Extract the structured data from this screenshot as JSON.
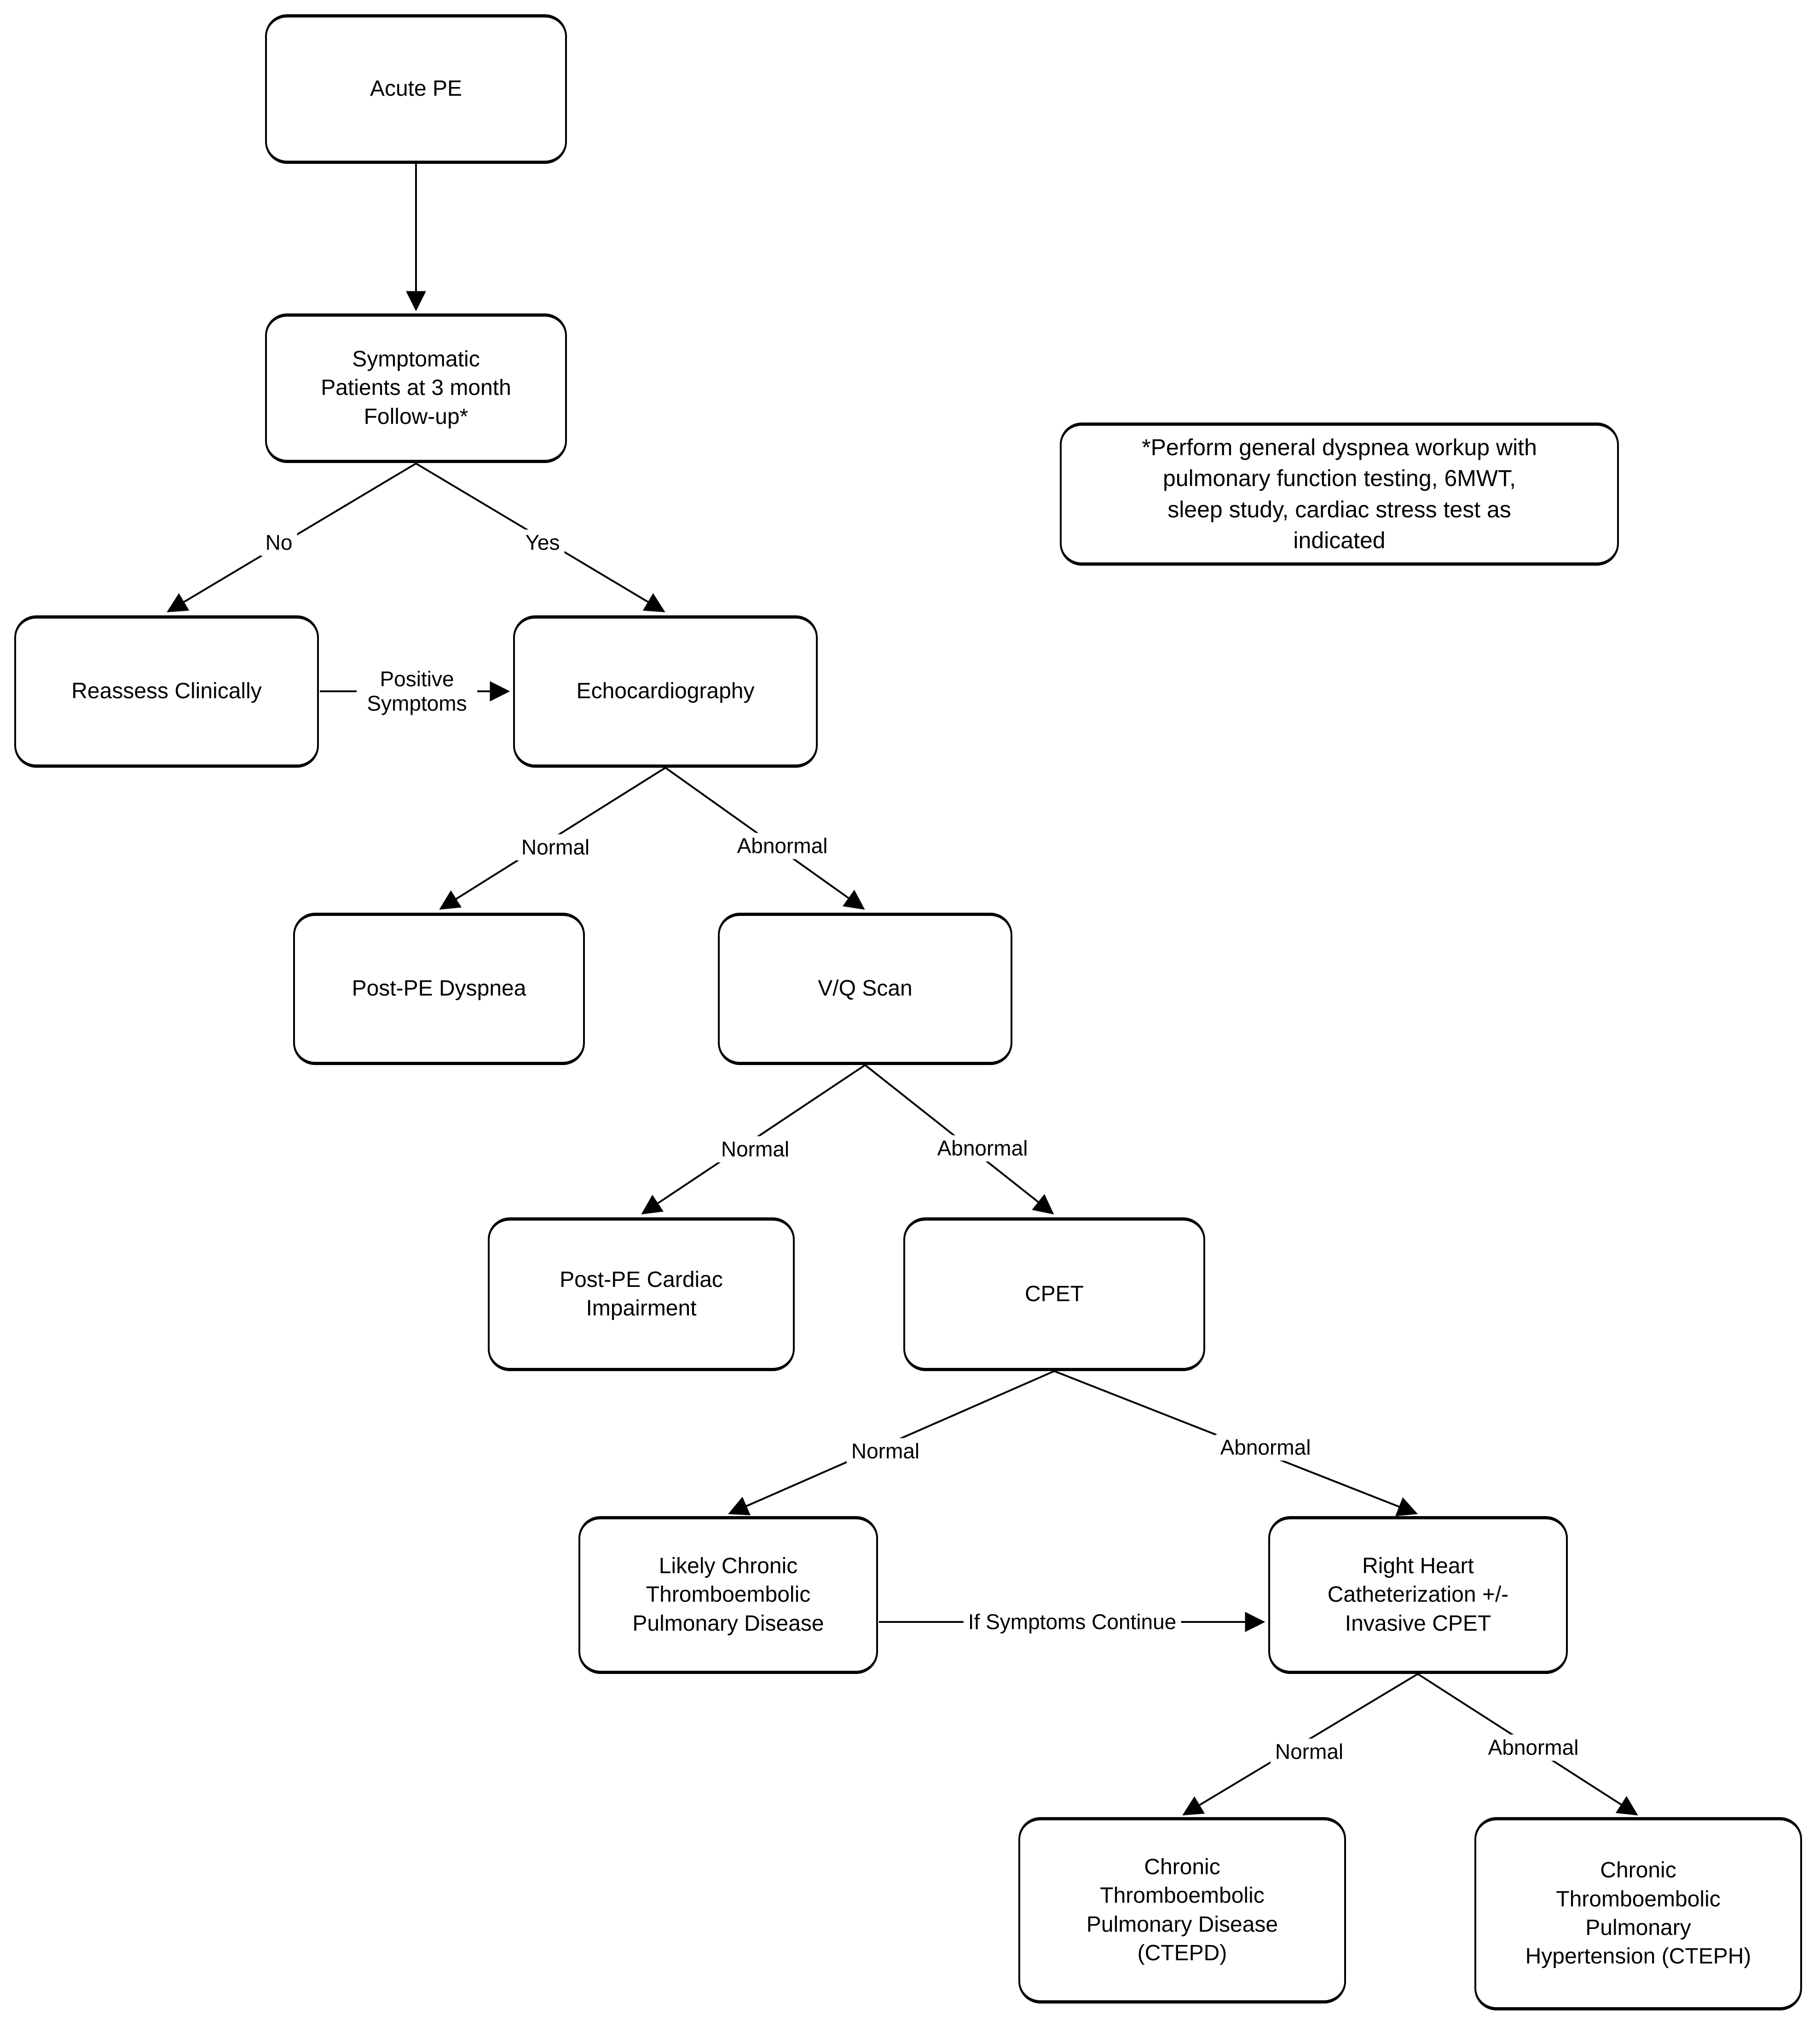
{
  "diagram": {
    "nodes": {
      "acute_pe": {
        "label": "Acute PE"
      },
      "symptomatic": {
        "label": "Symptomatic Patients at 3 month Follow-up*"
      },
      "note": {
        "label": "*Perform general dyspnea workup with pulmonary function testing, 6MWT, sleep study, cardiac stress test as indicated"
      },
      "reassess": {
        "label": "Reassess Clinically"
      },
      "echo": {
        "label": "Echocardiography"
      },
      "dyspnea": {
        "label": "Post-PE Dyspnea"
      },
      "vq_scan": {
        "label": "V/Q Scan"
      },
      "cardiac": {
        "label": "Post-PE Cardiac Impairment"
      },
      "cpet": {
        "label": "CPET"
      },
      "likely_ctepd": {
        "label": "Likely Chronic Thromboembolic Pulmonary Disease"
      },
      "rhc": {
        "label": "Right Heart Catheterization +/- Invasive CPET"
      },
      "ctepd": {
        "label": "Chronic Thromboembolic Pulmonary Disease (CTEPD)"
      },
      "cteph": {
        "label": "Chronic Thromboembolic Pulmonary Hypertension (CTEPH)"
      }
    },
    "edges": {
      "follow_up_no": {
        "label": "No"
      },
      "follow_up_yes": {
        "label": "Yes"
      },
      "positive_symptoms": {
        "label": "Positive Symptoms"
      },
      "echo_normal": {
        "label": "Normal"
      },
      "echo_abnormal": {
        "label": "Abnormal"
      },
      "vq_normal": {
        "label": "Normal"
      },
      "vq_abnormal": {
        "label": "Abnormal"
      },
      "cpet_normal": {
        "label": "Normal"
      },
      "cpet_abnormal": {
        "label": "Abnormal"
      },
      "if_symptoms_continue": {
        "label": "If Symptoms Continue"
      },
      "rhc_normal": {
        "label": "Normal"
      },
      "rhc_abnormal": {
        "label": "Abnormal"
      }
    },
    "colors": {
      "line": "#000000",
      "background": "#ffffff",
      "text": "#000000"
    }
  }
}
